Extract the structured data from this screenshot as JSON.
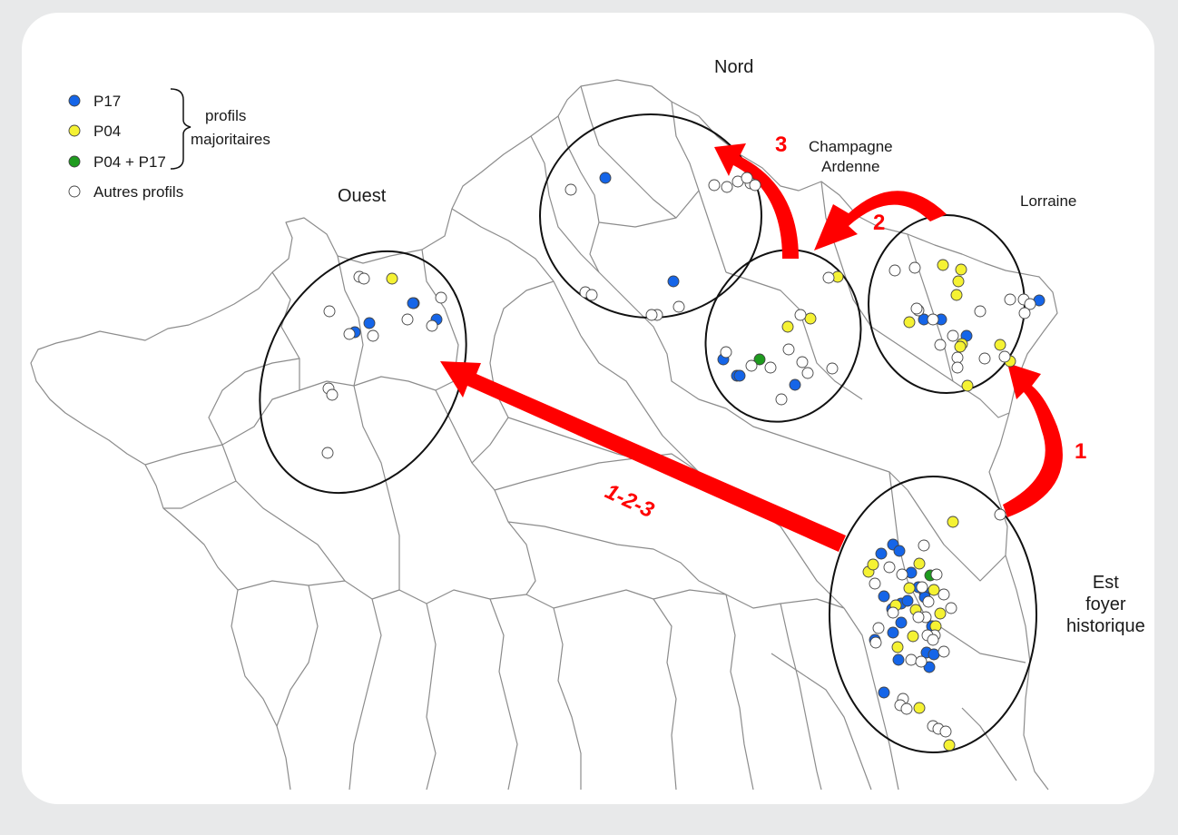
{
  "legend": {
    "items": [
      {
        "label": "P17",
        "color": "#1565e8"
      },
      {
        "label": "P04",
        "color": "#f5f233"
      },
      {
        "label": "P04 + P17",
        "color": "#1e9b1e"
      },
      {
        "label": "Autres profils",
        "color": "#ffffff"
      }
    ],
    "bracket_label_1": "profils",
    "bracket_label_2": "majoritaires"
  },
  "regions": {
    "nord": "Nord",
    "champagne_1": "Champagne",
    "champagne_2": "Ardenne",
    "lorraine": "Lorraine",
    "ouest": "Ouest",
    "est_1": "Est",
    "est_2": "foyer",
    "est_3": "historique"
  },
  "arrows": {
    "one": "1",
    "two": "2",
    "three": "3",
    "combined": "1-2-3",
    "color": "#ff0000"
  },
  "points": {
    "ouest": {
      "P17": 5,
      "P04": 1,
      "P04+P17": 0,
      "autres": 11
    },
    "nord": {
      "P17": 2,
      "P04": 0,
      "P04+P17": 0,
      "autres": 12
    },
    "champagne_ardenne": {
      "P17": 4,
      "P04": 3,
      "P04+P17": 1,
      "autres": 10
    },
    "lorraine": {
      "P17": 4,
      "P04": 10,
      "P04+P17": 0,
      "autres": 16
    },
    "est": {
      "P17": 20,
      "P04": 14,
      "P04+P17": 1,
      "autres": 27
    }
  }
}
